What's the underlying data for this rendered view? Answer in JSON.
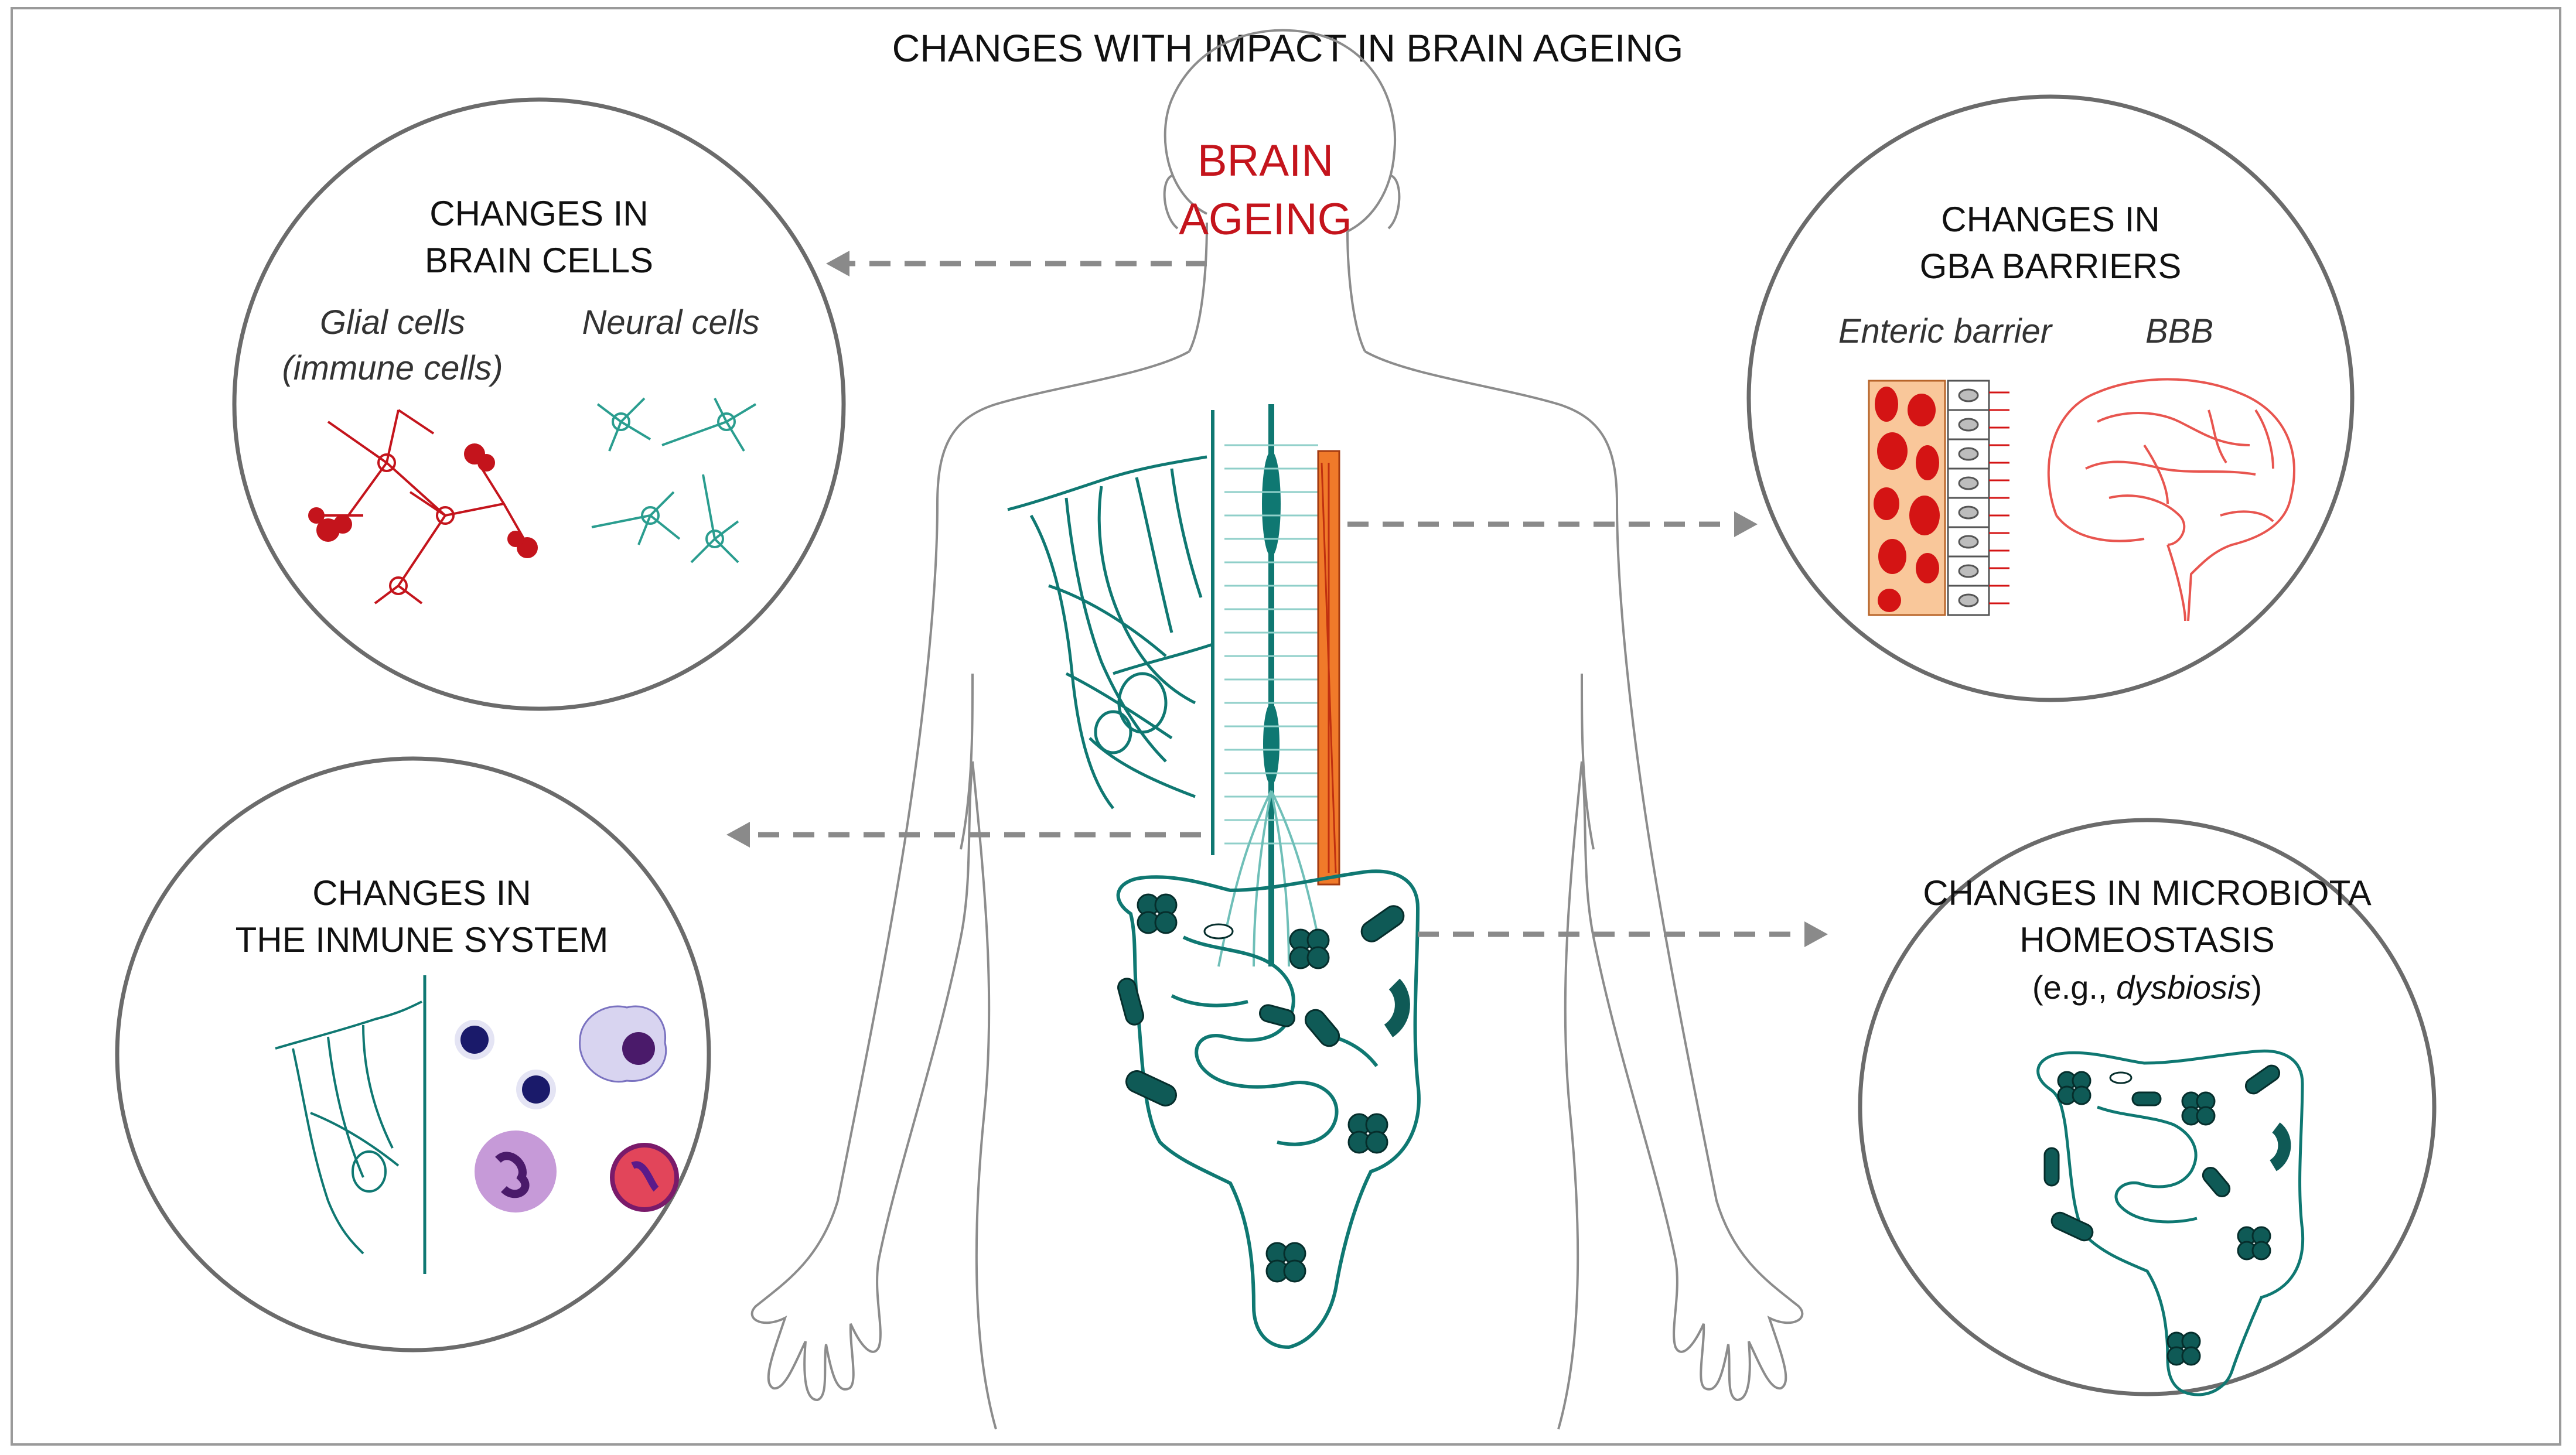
{
  "title": "CHANGES WITH IMPACT IN BRAIN AGEING",
  "center": {
    "line1": "BRAIN",
    "line2": "AGEING"
  },
  "panels": {
    "brain_cells": {
      "heading_line1": "CHANGES IN",
      "heading_line2": "BRAIN CELLS",
      "glial_line1": "Glial cells",
      "glial_line2": "(immune cells)",
      "neural": "Neural cells"
    },
    "gba_barriers": {
      "heading_line1": "CHANGES IN",
      "heading_line2": "GBA BARRIERS",
      "enteric": "Enteric barrier",
      "bbb": "BBB"
    },
    "immune": {
      "heading_line1": "CHANGES IN",
      "heading_line2": "THE INMUNE SYSTEM"
    },
    "microbiota": {
      "heading_line1": "CHANGES IN MICROBIOTA",
      "heading_line2": "HOMEOSTASIS",
      "example_prefix": "(e.g., ",
      "example_term": "dysbiosis",
      "example_suffix": ")"
    }
  },
  "colors": {
    "teal": "#0f7872",
    "red": "#c4141c",
    "arrow": "#8a8a8a",
    "circle": "#6b6b6b"
  }
}
